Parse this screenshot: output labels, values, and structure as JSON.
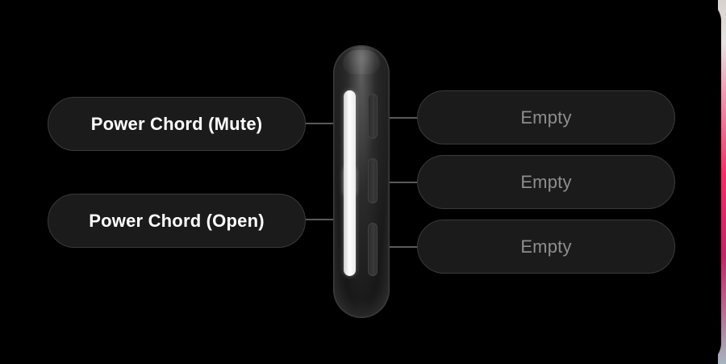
{
  "left_slots": [
    {
      "label": "Power Chord (Mute)",
      "state": "filled"
    },
    {
      "label": "Power Chord (Open)",
      "state": "filled"
    }
  ],
  "right_slots": [
    {
      "label": "Empty",
      "state": "empty"
    },
    {
      "label": "Empty",
      "state": "empty"
    },
    {
      "label": "Empty",
      "state": "empty"
    }
  ],
  "device": {
    "left_segments": [
      "lit",
      "lit"
    ],
    "right_segments": [
      "dim",
      "dim",
      "dim"
    ]
  },
  "colors": {
    "background": "#000000",
    "slot_fill": "#1b1b1b",
    "slot_border": "#3a3a3a",
    "filled_text": "#ffffff",
    "empty_text": "#8e8e8e",
    "segment_lit": "#ffffff"
  }
}
